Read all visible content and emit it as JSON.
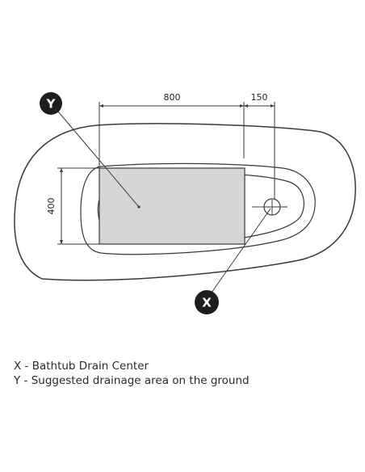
{
  "dimensions": {
    "width_label": "800",
    "offset_label": "150",
    "height_label": "400"
  },
  "markers": {
    "x": "X",
    "y": "Y"
  },
  "legend": {
    "x_line": "X - Bathtub Drain Center",
    "y_line": "Y - Suggested drainage area on the ground"
  },
  "colors": {
    "outline": "#3a3a3a",
    "drainage_area_fill": "#d6d6d6",
    "marker_fill": "#1e1e1e",
    "marker_text": "#ffffff"
  }
}
